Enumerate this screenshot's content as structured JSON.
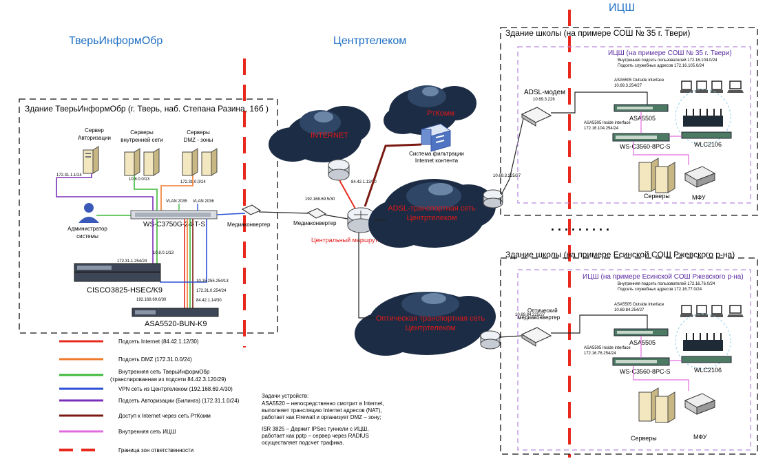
{
  "zones": {
    "tio": "ТверьИнформОбр",
    "ctt": "Центртелеком",
    "icsh": "ИЦШ"
  },
  "tio_building": "Здание ТверьИнформОбр (г. Тверь, наб. Степана Разина, 16б )",
  "servers": {
    "auth": [
      "Сервер",
      "Авторизации"
    ],
    "internal": [
      "Серверы",
      "внутренней сети"
    ],
    "dmz": [
      "Серверы",
      "DMZ - зоны"
    ]
  },
  "subnets": {
    "auth": "172.31.1.1/24",
    "internal": "10.8.0.0/13",
    "dmz": "172.31.0.0/24",
    "cisco_a": "172.31.1.254/24",
    "cisco_b": "10.8.0.1/13",
    "cisco_c": "192.168.69.6/30",
    "asa_a": "10.15.255.254/13",
    "asa_b": "172.31.0.254/24",
    "asa_c": "84.42.1.14/30",
    "vlan_a": "VLAN 2035",
    "vlan_b": "VLAN 2036",
    "inet_gw": "84.42.1.13/30",
    "core_a": "192.168.69.5/30",
    "adsl_r": "10.69.3.225/27",
    "opt_r": "10.69.84.225/27"
  },
  "devices": {
    "admin": [
      "Администратор",
      "системы"
    ],
    "ws3750": "WS-C3750G-24-T-S",
    "cisco3825": "CISCO3825-HSEC/K9",
    "asa5520": "ASA5520-BUN-K9",
    "mc1": "Медиаконвертер",
    "mc2": "Медиаконвертер",
    "core": "Центральный маршрутизатор",
    "filter": [
      "Система фильтрации",
      "Internet контента"
    ]
  },
  "clouds": {
    "internet": "INTERNET",
    "rtcomm": "РтКомм",
    "adsl": [
      "ADSL-транспортная сеть",
      "Центртелеком"
    ],
    "optical": [
      "Оптическая транспортная сеть",
      "Центртелеком"
    ]
  },
  "school1": {
    "building": "Здание школы (на примере СОШ № 35 г. Твери)",
    "title": "ИЦШ (на примере СОШ № 35 г. Твери)",
    "sub1": "Внутренняя подсеть пользователей 172.16.104.0/24",
    "sub2": "Подсеть служебных адресов 172.16.105.0/24",
    "modem": "ADSL-модем",
    "modem_ip": "10.69.3.226",
    "outside": "ASA5505 Outside interface",
    "outside_ip": "10.69.3.254/27",
    "inside": "ASA5505 Inside interface",
    "inside_ip": "172.16.104.254/24",
    "asa": "ASA5505",
    "switch": "WS-C3560-8PC-S",
    "wlc": "WLC2106",
    "servers": "Серверы",
    "mfu": "МФУ"
  },
  "school2": {
    "building": "Здание школы (на примере Есинской СОШ Ржевского р-на)",
    "title": "ИЦШ (на примере Есинской СОШ Ржевского р-на)",
    "sub1": "Внутренняя подсеть пользователей 172.16.76.0/24",
    "sub2": "Подсеть служебных адресов 172.16.77.0/24",
    "modem": [
      "Оптический",
      "медиаконвертер"
    ],
    "outside": "ASA5505 Outside interface",
    "outside_ip": "10.69.84.254/27",
    "inside": "ASA5505 Inside interface",
    "inside_ip": "172.16.76.254/24",
    "asa": "ASA5505",
    "switch": "WS-C3560-8PC-S",
    "wlc": "WLC2106",
    "servers": "Серверы",
    "mfu": "МФУ"
  },
  "dots": ". . . . . . . . .",
  "legend": [
    {
      "label": "Подсеть Internet (84.42.1.12/30)",
      "color": "#e8281c",
      "dash": false
    },
    {
      "label": "Подсеть DMZ (172.31.0.0/24)",
      "color": "#f07a2a",
      "dash": false
    },
    {
      "label": "Внутренняя сеть ТверьИнформОбр",
      "label2": "(транслированная из подсети 84.42.3.120/29)",
      "color": "#3db83a",
      "dash": false
    },
    {
      "label": "VPN сеть из Центртелеком (192.168.69.4/30)",
      "color": "#2b4fd6",
      "dash": false
    },
    {
      "label": "Подсеть Авторизации (Билинга) (172.31.1.0/24)",
      "color": "#7a2fb8",
      "dash": false
    },
    {
      "label": "Доступ к Internet через сеть РтКомм",
      "color": "#7a1a12",
      "dash": false
    },
    {
      "label": "Внутренняя сеть ИЦШ",
      "color": "#e26ae0",
      "dash": false
    },
    {
      "label": "Граница зон ответственности",
      "color": "#e8281c",
      "dash": true
    }
  ],
  "tasks": {
    "title": "Задачи устройств:",
    "asa": [
      "ASA5520 – непосредственно смотрит в Internet,",
      "выполняет трансляцию Internet адресов (NAT),",
      "работает как Firewall и организует DMZ – зону;"
    ],
    "isr": [
      "ISR 3825 – Держит IPSec туннели с ИЦШ,",
      "работает как pptp – сервер через RADIUS",
      "осуществляет подсчет трафика."
    ]
  }
}
